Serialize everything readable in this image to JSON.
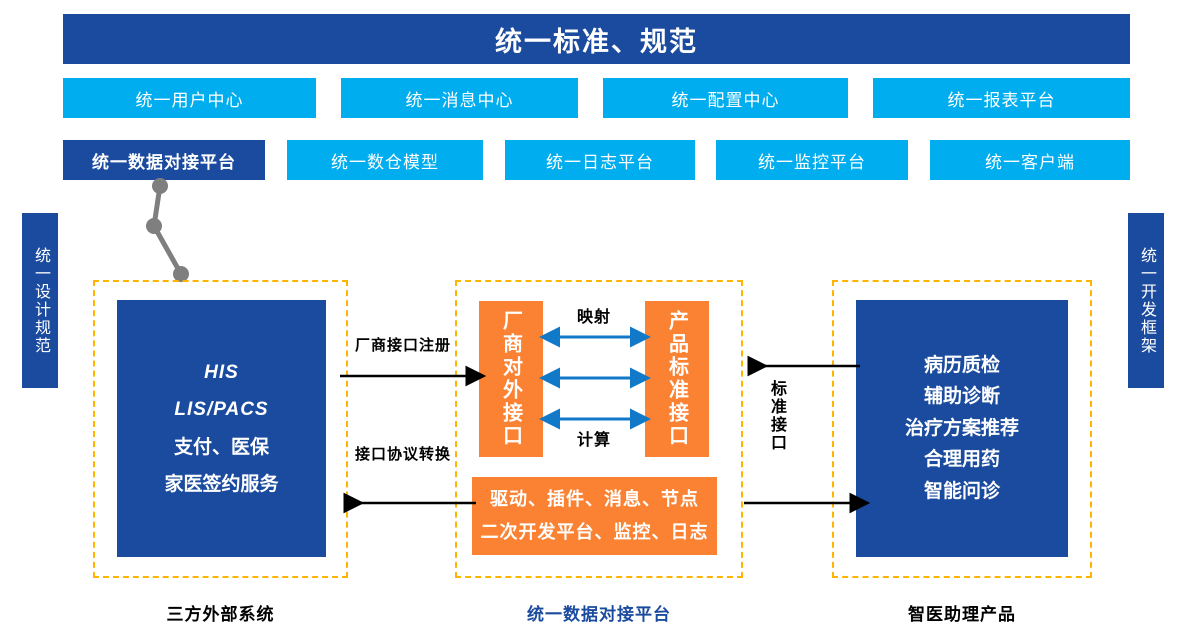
{
  "banner": {
    "title": "统一标准、规范"
  },
  "platform_rows": [
    {
      "row": 1,
      "chips": [
        {
          "label": "统一用户中心",
          "highlighted": false
        },
        {
          "label": "统一消息中心",
          "highlighted": false
        },
        {
          "label": "统一配置中心",
          "highlighted": false
        },
        {
          "label": "统一报表平台",
          "highlighted": false
        }
      ]
    },
    {
      "row": 2,
      "chips": [
        {
          "label": "统一数据对接平台",
          "highlighted": true
        },
        {
          "label": "统一数仓模型",
          "highlighted": false
        },
        {
          "label": "统一日志平台",
          "highlighted": false
        },
        {
          "label": "统一监控平台",
          "highlighted": false
        },
        {
          "label": "统一客户端",
          "highlighted": false
        }
      ]
    }
  ],
  "sidebars": {
    "left": "统一设计规范",
    "right": "统一开发框架"
  },
  "groups": {
    "left": {
      "caption": "三方外部系统",
      "panel": {
        "lines": [
          {
            "text": "HIS",
            "style": "italic"
          },
          {
            "text": "LIS/PACS",
            "style": "italic"
          },
          {
            "text": "支付、医保",
            "style": "normal"
          },
          {
            "text": "家医签约服务",
            "style": "normal"
          }
        ]
      }
    },
    "center": {
      "caption": "统一数据对接平台",
      "left_interface": "厂商对外接口",
      "right_interface": "产品标准接口",
      "arrow_top_label": "映射",
      "arrow_bottom_label": "计算",
      "arrow_count": 3,
      "bottom_panel_lines": [
        "驱动、插件、消息、节点",
        "二次开发平台、监控、日志"
      ]
    },
    "right": {
      "caption": "智医助理产品",
      "panel": {
        "lines": [
          "病历质检",
          "辅助诊断",
          "治疗方案推荐",
          "合理用药",
          "智能问诊"
        ]
      }
    }
  },
  "connectors": {
    "left_to_center_top": {
      "label": "厂商接口注册",
      "direction": "right"
    },
    "center_to_left_bottom": {
      "label": "接口协议转换",
      "direction": "left"
    },
    "right_to_center_top": {
      "label": "标准接口",
      "direction": "left"
    },
    "center_to_right_bottom": {
      "label": "",
      "direction": "right"
    }
  },
  "colors": {
    "brand_dark_blue": "#1B4B9E",
    "brand_cyan": "#00ADEE",
    "accent_orange": "#FA8232",
    "group_border": "#FFB400",
    "arrow_blue": "#1279C8",
    "connector_gray": "#7F7F7F"
  }
}
